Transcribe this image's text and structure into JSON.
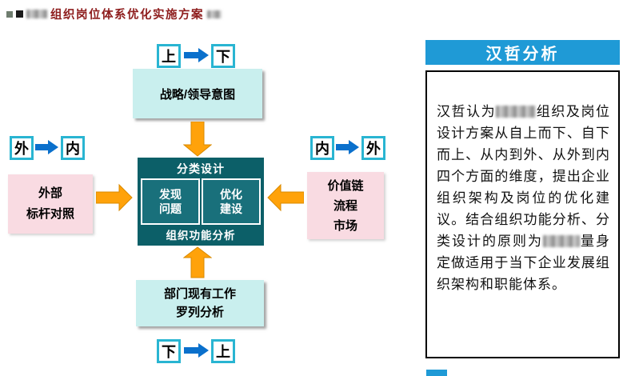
{
  "page": {
    "title": "组织岗位体系优化实施方案"
  },
  "flow_labels": {
    "top": {
      "from": "上",
      "to": "下"
    },
    "left": {
      "from": "外",
      "to": "内"
    },
    "right": {
      "from": "内",
      "to": "外"
    },
    "bottom": {
      "from": "下",
      "to": "上"
    }
  },
  "boxes": {
    "strategy": "战略/领导意图",
    "external_benchmark": "外部\n标杆对照",
    "value_chain": "价值链\n流程\n市场",
    "department_work": "部门现有工作\n罗列分析"
  },
  "center": {
    "top_label": "分类设计",
    "left_cell": "发现\n问题",
    "right_cell": "优化\n建设",
    "bottom_label": "组织功能分析"
  },
  "panel": {
    "header": "汉哲分析",
    "text_part1": "汉哲认为",
    "text_part2": "组织及岗位设计方案从自上而下、自下而上、从内到外、从外到内四个方面的维度，提出企业组织架构及岗位的优化建议。结合组织功能分析、分类设计的原则为",
    "text_part3": "量身定做适用于当下企业发展组织架构和职能体系。"
  },
  "colors": {
    "title_red": "#8e1d1d",
    "cyan_border": "#29b5d2",
    "light_cyan_fill": "#c9efee",
    "pink_fill": "#f9dbe2",
    "teal_dark": "#0c5f68",
    "teal_cell": "#19707b",
    "orange_arrow": "#ffa20a",
    "blue_arrow": "#0a70cc",
    "panel_blue": "#1f9ad6"
  }
}
